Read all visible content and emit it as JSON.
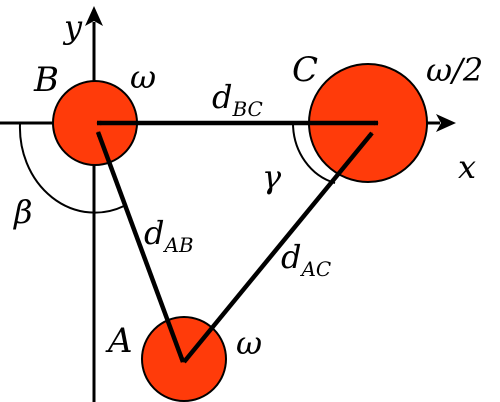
{
  "axes": {
    "x_label": "x",
    "y_label": "y"
  },
  "nodes": [
    {
      "id": "A",
      "label": "A",
      "freq": "ω"
    },
    {
      "id": "B",
      "label": "B",
      "freq": "ω"
    },
    {
      "id": "C",
      "label": "C",
      "freq": "ω/2"
    }
  ],
  "edges": [
    {
      "from": "B",
      "to": "C",
      "label_main": "d",
      "label_sub": "BC"
    },
    {
      "from": "B",
      "to": "A",
      "label_main": "d",
      "label_sub": "AB"
    },
    {
      "from": "A",
      "to": "C",
      "label_main": "d",
      "label_sub": "AC"
    }
  ],
  "angles": [
    {
      "at": "B",
      "label": "β"
    },
    {
      "at": "C",
      "label": "γ"
    }
  ],
  "colors": {
    "node_fill": "#ff3b0a",
    "stroke": "#000000",
    "background": "#ffffff"
  }
}
